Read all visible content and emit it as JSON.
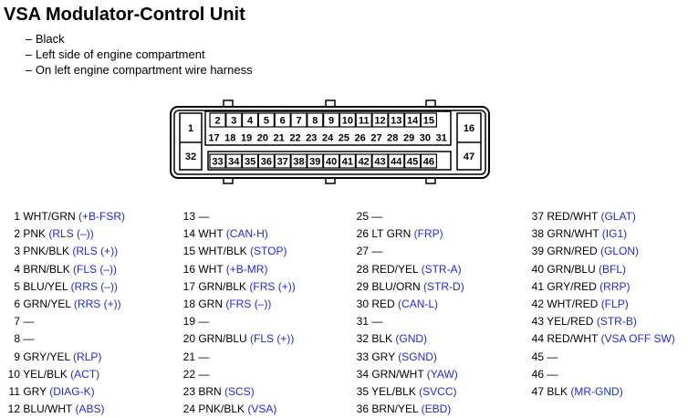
{
  "title": "VSA Modulator-Control Unit",
  "notes": [
    "– Black",
    "– Left side of engine compartment",
    "– On left engine compartment wire harness"
  ],
  "connector": {
    "row1": [
      "1",
      "2",
      "3",
      "4",
      "5",
      "6",
      "7",
      "8",
      "9",
      "10",
      "11",
      "12",
      "13",
      "14",
      "15",
      "16"
    ],
    "row2": [
      "17",
      "18",
      "19",
      "20",
      "21",
      "22",
      "23",
      "24",
      "25",
      "26",
      "27",
      "28",
      "29",
      "30",
      "31"
    ],
    "row3": [
      "32",
      "33",
      "34",
      "35",
      "36",
      "37",
      "38",
      "39",
      "40",
      "41",
      "42",
      "43",
      "44",
      "45",
      "46",
      "47"
    ]
  },
  "pins": [
    [
      {
        "n": "1",
        "wire": "WHT/GRN",
        "sig": "(+B-FSR)"
      },
      {
        "n": "2",
        "wire": "PNK",
        "sig": "(RLS (–))"
      },
      {
        "n": "3",
        "wire": "PNK/BLK",
        "sig": "(RLS (+))"
      },
      {
        "n": "4",
        "wire": "BRN/BLK",
        "sig": "(FLS (–))"
      },
      {
        "n": "5",
        "wire": "BLU/YEL",
        "sig": "(RRS (–))"
      },
      {
        "n": "6",
        "wire": "GRN/YEL",
        "sig": "(RRS (+))"
      },
      {
        "n": "7",
        "wire": "—",
        "sig": ""
      },
      {
        "n": "8",
        "wire": "—",
        "sig": ""
      },
      {
        "n": "9",
        "wire": "GRY/YEL",
        "sig": "(RLP)"
      },
      {
        "n": "10",
        "wire": "YEL/BLK",
        "sig": "(ACT)"
      },
      {
        "n": "11",
        "wire": "GRY",
        "sig": "(DIAG-K)"
      },
      {
        "n": "12",
        "wire": "BLU/WHT",
        "sig": "(ABS)"
      }
    ],
    [
      {
        "n": "13",
        "wire": "—",
        "sig": ""
      },
      {
        "n": "14",
        "wire": "WHT",
        "sig": "(CAN-H)"
      },
      {
        "n": "15",
        "wire": "WHT/BLK",
        "sig": "(STOP)"
      },
      {
        "n": "16",
        "wire": "WHT",
        "sig": "(+B-MR)"
      },
      {
        "n": "17",
        "wire": "GRN/BLK",
        "sig": "(FRS (+))"
      },
      {
        "n": "18",
        "wire": "GRN",
        "sig": "(FRS (–))"
      },
      {
        "n": "19",
        "wire": "—",
        "sig": ""
      },
      {
        "n": "20",
        "wire": "GRN/BLU",
        "sig": "(FLS (+))"
      },
      {
        "n": "21",
        "wire": "—",
        "sig": ""
      },
      {
        "n": "22",
        "wire": "—",
        "sig": ""
      },
      {
        "n": "23",
        "wire": "BRN",
        "sig": "(SCS)"
      },
      {
        "n": "24",
        "wire": "PNK/BLK",
        "sig": "(VSA)"
      }
    ],
    [
      {
        "n": "25",
        "wire": "—",
        "sig": ""
      },
      {
        "n": "26",
        "wire": "LT GRN",
        "sig": "(FRP)"
      },
      {
        "n": "27",
        "wire": "—",
        "sig": ""
      },
      {
        "n": "28",
        "wire": "RED/YEL",
        "sig": "(STR-A)"
      },
      {
        "n": "29",
        "wire": "BLU/ORN",
        "sig": "(STR-D)"
      },
      {
        "n": "30",
        "wire": "RED",
        "sig": "(CAN-L)"
      },
      {
        "n": "31",
        "wire": "—",
        "sig": ""
      },
      {
        "n": "32",
        "wire": "BLK",
        "sig": "(GND)"
      },
      {
        "n": "33",
        "wire": "GRY",
        "sig": "(SGND)"
      },
      {
        "n": "34",
        "wire": "GRN/WHT",
        "sig": "(YAW)"
      },
      {
        "n": "35",
        "wire": "YEL/BLK",
        "sig": "(SVCC)"
      },
      {
        "n": "36",
        "wire": "BRN/YEL",
        "sig": "(EBD)"
      }
    ],
    [
      {
        "n": "37",
        "wire": "RED/WHT",
        "sig": "(GLAT)"
      },
      {
        "n": "38",
        "wire": "GRN/WHT",
        "sig": "(IG1)"
      },
      {
        "n": "39",
        "wire": "GRN/RED",
        "sig": "(GLON)"
      },
      {
        "n": "40",
        "wire": "GRN/BLU",
        "sig": "(BFL)"
      },
      {
        "n": "41",
        "wire": "GRY/RED",
        "sig": "(RRP)"
      },
      {
        "n": "42",
        "wire": "WHT/RED",
        "sig": "(FLP)"
      },
      {
        "n": "43",
        "wire": "YEL/RED",
        "sig": "(STR-B)"
      },
      {
        "n": "44",
        "wire": "RED/WHT",
        "sig": "(VSA OFF SW)"
      },
      {
        "n": "45",
        "wire": "—",
        "sig": ""
      },
      {
        "n": "46",
        "wire": "—",
        "sig": ""
      },
      {
        "n": "47",
        "wire": "BLK",
        "sig": "(MR-GND)"
      }
    ]
  ],
  "colors": {
    "signal": "#1f2bd6",
    "text": "#000000"
  }
}
